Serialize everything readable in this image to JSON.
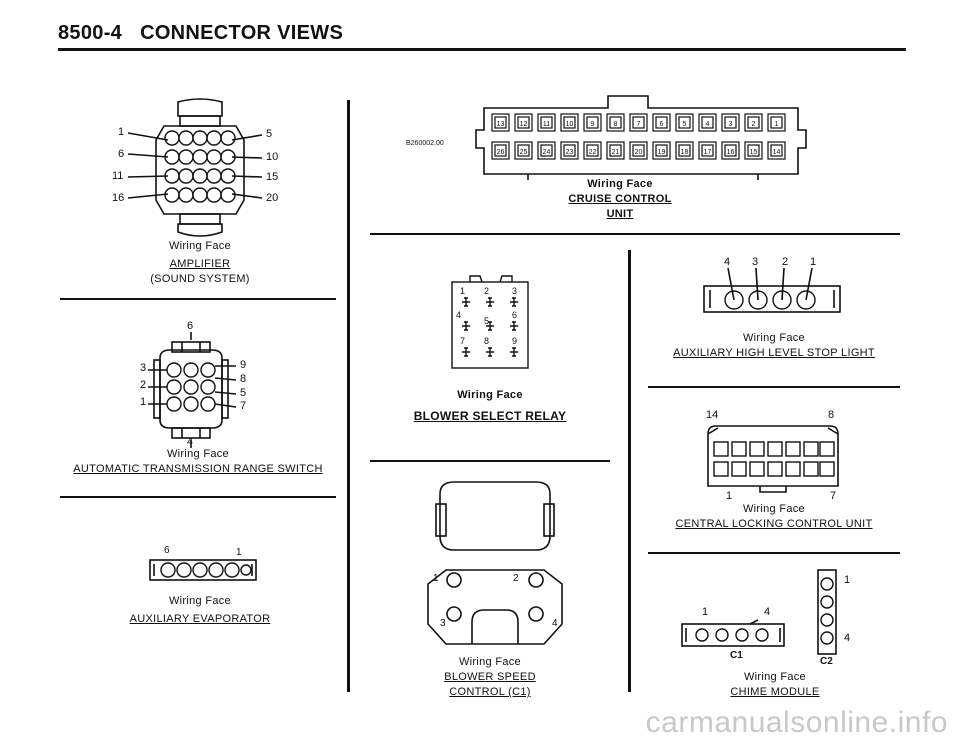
{
  "header": {
    "page_no": "8500-4",
    "title": "CONNECTOR VIEWS"
  },
  "connectors": {
    "amplifier": {
      "face": "Wiring Face",
      "name": "AMPLIFIER",
      "sub": "(SOUND SYSTEM)",
      "pins": [
        "1",
        "6",
        "11",
        "16",
        "5",
        "10",
        "15",
        "20"
      ]
    },
    "trans_switch": {
      "pin_top": "6",
      "face": "Wiring Face",
      "name": "AUTOMATIC TRANSMISSION RANGE SWITCH",
      "pins_left": [
        "3",
        "2",
        "1"
      ],
      "pins_right": [
        "9",
        "8",
        "5",
        "7"
      ],
      "pin_bottom": "4"
    },
    "aux_evap": {
      "face": "Wiring Face",
      "name": "AUXILIARY EVAPORATOR",
      "pin_left": "6",
      "pin_right": "1"
    },
    "cruise": {
      "ref": "B260002.00",
      "face": "Wiring Face",
      "name1": "CRUISE CONTROL",
      "name2": "UNIT",
      "row1": [
        "13",
        "12",
        "11",
        "10",
        "9",
        "8",
        "7",
        "6",
        "5",
        "4",
        "3",
        "2",
        "1"
      ],
      "row2": [
        "26",
        "25",
        "24",
        "23",
        "22",
        "21",
        "20",
        "19",
        "18",
        "17",
        "16",
        "15",
        "14"
      ]
    },
    "blower_relay": {
      "face": "Wiring Face",
      "name": "BLOWER SELECT RELAY",
      "pins": [
        "1",
        "2",
        "3",
        "4",
        "5",
        "6",
        "7",
        "8",
        "9"
      ]
    },
    "blower_speed": {
      "face": "Wiring Face",
      "name1": "BLOWER SPEED",
      "name2": "CONTROL (C1)",
      "pins": [
        "1",
        "2",
        "3",
        "4"
      ]
    },
    "stop_light": {
      "face": "Wiring Face",
      "name": "AUXILIARY HIGH LEVEL STOP LIGHT",
      "pins": [
        "4",
        "3",
        "2",
        "1"
      ]
    },
    "central_lock": {
      "face": "Wiring Face",
      "name": "CENTRAL LOCKING CONTROL UNIT",
      "pin_tl": "14",
      "pin_tr": "8",
      "pin_bl": "1",
      "pin_br": "7"
    },
    "chime": {
      "face": "Wiring Face",
      "name": "CHIME MODULE",
      "c1": "C1",
      "c2": "C2",
      "c1_pins": [
        "1",
        "4"
      ],
      "c2_pins": [
        "1",
        "4"
      ]
    }
  },
  "watermark": "carmanualsonline.info"
}
